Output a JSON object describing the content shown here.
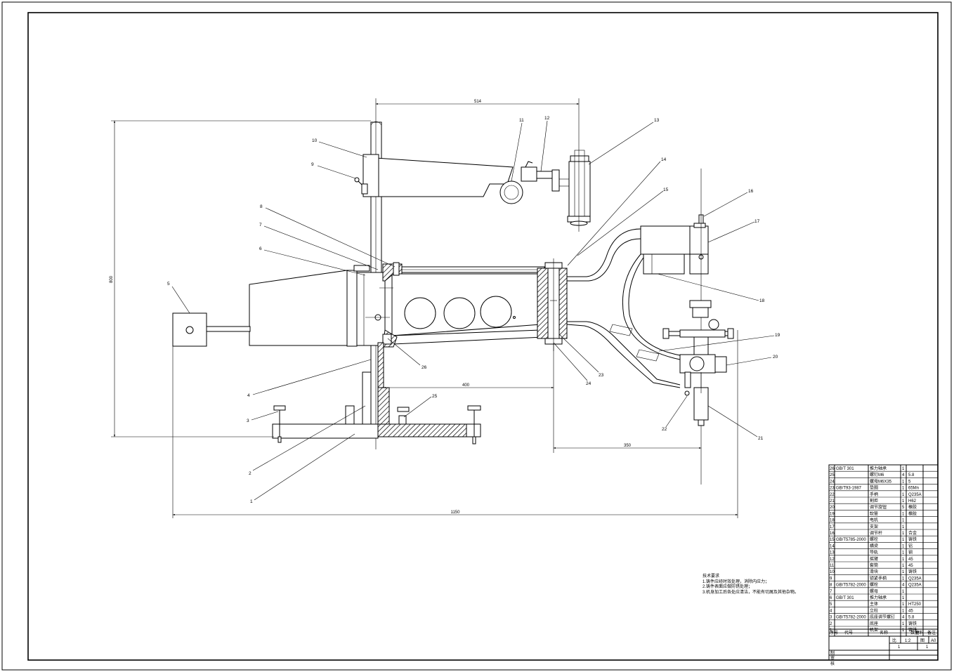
{
  "notes": {
    "title": "技术要求",
    "lines": [
      "1.铸件应经时效处理，消除内应力；",
      "2.铸件表面应做防锈处理；",
      "3.机身加工后各处应清洁，不能有切屑及其他杂物。"
    ]
  },
  "dimensions": [
    "514",
    "800",
    "400",
    "350",
    "1150"
  ],
  "balloons": [
    "1",
    "2",
    "3",
    "4",
    "5",
    "6",
    "7",
    "8",
    "9",
    "10",
    "11",
    "12",
    "13",
    "14",
    "15",
    "16",
    "17",
    "18",
    "19",
    "20",
    "21",
    "22",
    "23",
    "24",
    "25",
    "26"
  ],
  "bom": [
    {
      "no": "26",
      "code": "GB/T 301",
      "name": "推力轴承",
      "qty": "1",
      "mat": ""
    },
    {
      "no": "25",
      "code": "",
      "name": "螺钉M6",
      "qty": "4",
      "mat": "5.8"
    },
    {
      "no": "24",
      "code": "",
      "name": "螺母M6X35",
      "qty": "1",
      "mat": "5"
    },
    {
      "no": "23",
      "code": "GB/T93-1987",
      "name": "垫圈",
      "qty": "1",
      "mat": "65Mn"
    },
    {
      "no": "22",
      "code": "",
      "name": "手柄",
      "qty": "1",
      "mat": "Q235A"
    },
    {
      "no": "21",
      "code": "",
      "name": "割炬",
      "qty": "1",
      "mat": "H62"
    },
    {
      "no": "20",
      "code": "",
      "name": "调节旋钮",
      "qty": "5",
      "mat": "橡胶"
    },
    {
      "no": "19",
      "code": "",
      "name": "软管",
      "qty": "1",
      "mat": "橡胶"
    },
    {
      "no": "18",
      "code": "",
      "name": "电机",
      "qty": "1",
      "mat": ""
    },
    {
      "no": "17",
      "code": "",
      "name": "支架",
      "qty": "1",
      "mat": ""
    },
    {
      "no": "16",
      "code": "",
      "name": "调节杆",
      "qty": "1",
      "mat": "合金"
    },
    {
      "no": "15",
      "code": "GB/T5785-2000",
      "name": "螺栓",
      "qty": "1",
      "mat": "铸铁"
    },
    {
      "no": "14",
      "code": "",
      "name": "横梁",
      "qty": "1",
      "mat": "铝"
    },
    {
      "no": "13",
      "code": "",
      "name": "导轨",
      "qty": "1",
      "mat": "钢"
    },
    {
      "no": "12",
      "code": "",
      "name": "摇臂",
      "qty": "1",
      "mat": "45"
    },
    {
      "no": "11",
      "code": "",
      "name": "套筒",
      "qty": "1",
      "mat": "45"
    },
    {
      "no": "10",
      "code": "",
      "name": "滑块",
      "qty": "1",
      "mat": "铸铁"
    },
    {
      "no": "9",
      "code": "",
      "name": "锁紧手柄",
      "qty": "1",
      "mat": "Q235A"
    },
    {
      "no": "8",
      "code": "GB/T5782-2000",
      "name": "螺栓",
      "qty": "4",
      "mat": "Q235A"
    },
    {
      "no": "7",
      "code": "",
      "name": "螺母",
      "qty": "1",
      "mat": ""
    },
    {
      "no": "6",
      "code": "GB/T 301",
      "name": "推力轴承",
      "qty": "1",
      "mat": ""
    },
    {
      "no": "5",
      "code": "",
      "name": "主体",
      "qty": "1",
      "mat": "HT250"
    },
    {
      "no": "4",
      "code": "",
      "name": "立柱",
      "qty": "1",
      "mat": "45"
    },
    {
      "no": "3",
      "code": "GB/T5782-2000",
      "name": "底座调节螺钉",
      "qty": "4",
      "mat": "5.8"
    },
    {
      "no": "2",
      "code": "",
      "name": "底座",
      "qty": "1",
      "mat": "铸铁"
    },
    {
      "no": "1",
      "code": "",
      "name": "机架",
      "qty": "1",
      "mat": "铸铁"
    }
  ],
  "bom_header": {
    "no": "序号",
    "code": "代号",
    "name": "名称",
    "qty": "数量",
    "mat": "材料",
    "note": "备注"
  },
  "title_block": {
    "scale_label": "比",
    "scale": "1:2",
    "size_label": "图",
    "size": "A0",
    "sheet": "1",
    "sheets": "1",
    "drawn": "制",
    "checked": "审",
    "approved": "核"
  }
}
